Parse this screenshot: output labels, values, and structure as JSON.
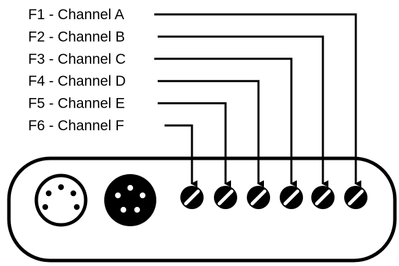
{
  "labels": [
    "F1 - Channel A",
    "F2 - Channel B",
    "F3 - Channel C",
    "F4 - Channel D",
    "F5 - Channel E",
    "F6 - Channel F"
  ],
  "colors": {
    "ink": "#000000",
    "paper": "#ffffff"
  },
  "connector_light_icon": "5-pin-din-connector-icon",
  "connector_dark_icon": "4-pin-din-connector-icon",
  "knob_icon": "trim-potentiometer-icon"
}
